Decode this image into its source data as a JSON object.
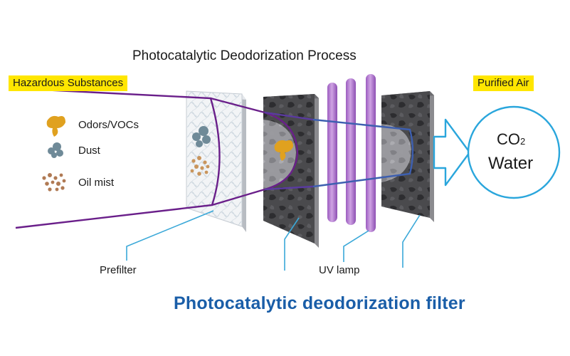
{
  "diagram": {
    "title": "Photocatalytic Deodorization Process",
    "input_label": "Hazardous Substances",
    "output_label": "Purified Air",
    "legend": [
      {
        "label": "Odors/VOCs",
        "icon": "odor-blob-icon",
        "color": "#e0a11f"
      },
      {
        "label": "Dust",
        "icon": "dust-cluster-icon",
        "color": "#6f8a98"
      },
      {
        "label": "Oil mist",
        "icon": "oil-mist-dots-icon",
        "color": "#b07a54"
      }
    ],
    "output": {
      "line1_main": "CO",
      "line1_sub": "2",
      "line2": "Water"
    },
    "components": {
      "prefilter": "Prefilter",
      "uv_lamp": "UV lamp",
      "main_filter": "Photocatalytic deodorization filter"
    },
    "colors": {
      "flow_line": "#6a1f8a",
      "flow_line_blue": "#3d5fb0",
      "callout": "#3aa8d8",
      "uv_lamp": "#b57ad0",
      "filter_dark": "#3b3b3e",
      "highlight": "#ffe600",
      "filter_title": "#1a5ea8"
    }
  }
}
